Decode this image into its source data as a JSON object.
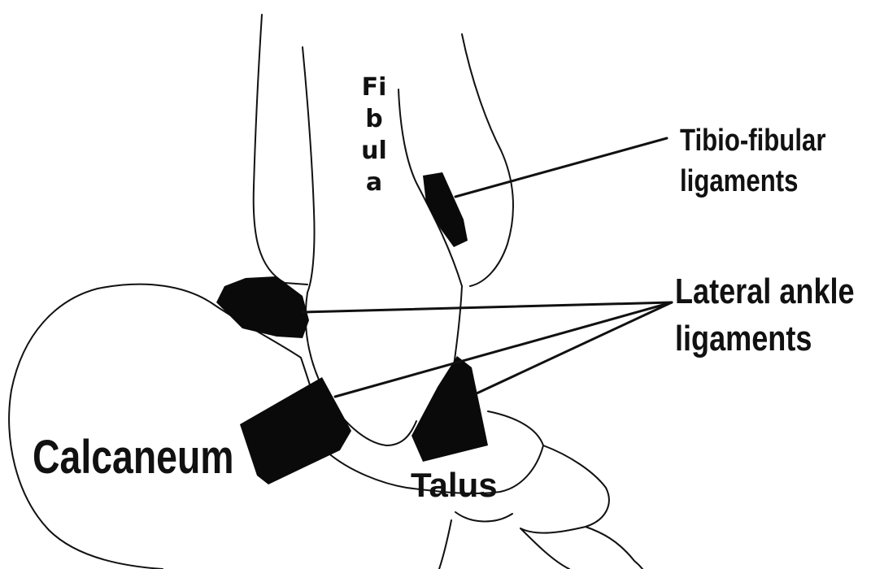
{
  "labels": {
    "fibula": "Fibula",
    "tibio_fibular": "Tibio-fibular\nligaments",
    "lateral_ankle": "Lateral ankle\nligaments",
    "calcaneum": "Calcaneum",
    "talus": "Talus"
  },
  "colors": {
    "outline": "#111111",
    "ligament": "#0a0a0a",
    "background": "#ffffff"
  }
}
